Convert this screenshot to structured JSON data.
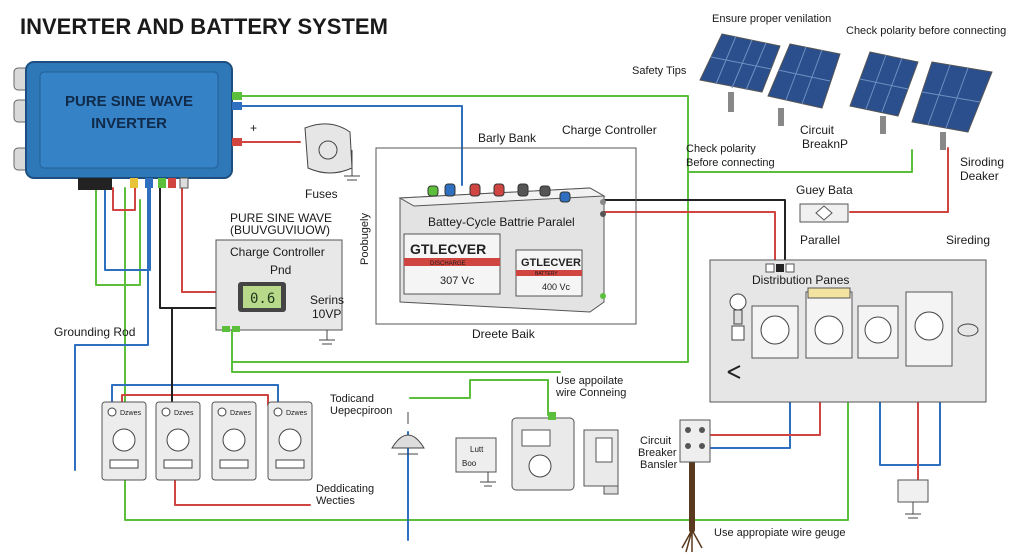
{
  "title": "INVERTER AND BATTERY SYSTEM",
  "inverter": {
    "line1": "PURE SINE WAVE",
    "line2": "INVERTER",
    "terminal": "+"
  },
  "fuses": "Fuses",
  "safety_tips": "Safety Tips",
  "ventilation": "Ensure proper venilation",
  "polarity_top": "Check polarity before connecting",
  "polarity_mid": {
    "line1": "Check polarity",
    "line2": "Before connecting"
  },
  "circuit_breaker_top": {
    "line1": "Circuit",
    "line2": "BreaknP"
  },
  "sirding_dealer": {
    "line1": "Siroding",
    "line2": "Deaker"
  },
  "barly_bank": "Barly Bank",
  "charge_controller_top": "Charge Controller",
  "poobugely": "Poobugely",
  "battery_title": "Battey-Cycle Battrie Paralel",
  "battery1": {
    "brand": "GTLECVER",
    "sub": "DISCHARGE",
    "volt": "307 Vc"
  },
  "battery2": {
    "brand": "GTLECVER",
    "sub": "BATTERY",
    "volt": "400 Vc"
  },
  "dreete_baik": "Dreete Baik",
  "guey_bata": "Guey Bata",
  "parallel": "Parallel",
  "sireding": "Sireding",
  "distribution_panes": "Distribution Panes",
  "cc_box": {
    "header1": "PURE SINE WAVE",
    "header2": "(BUUVGUVIUOW)",
    "label": "Charge Controller",
    "pnd": "Pnd",
    "lcd": "0.6"
  },
  "serins": {
    "line1": "Serins",
    "line2": "10VP"
  },
  "grounding_rod": "Grounding Rod",
  "outlets": [
    "Dzwes",
    "Dzves",
    "Dzwes",
    "Dzwes"
  ],
  "todicand": {
    "line1": "Todicand",
    "line2": "Uepecpiroon"
  },
  "dedicating": {
    "line1": "Deddicating",
    "line2": "Wecties"
  },
  "use_appropriate_top": {
    "line1": "Use appoilate",
    "line2": "wire Conneing"
  },
  "meter_box": {
    "line1": "Lutt",
    "line2": "Boo"
  },
  "circuit_breaker_bottom": {
    "line1": "Circuit",
    "line2": "Breaker",
    "line3": "Bansler"
  },
  "use_appropriate_bottom": "Use appropiate wire geuge",
  "colors": {
    "blue": "#2f6fbf",
    "red": "#d0453f",
    "green": "#5cbf3c",
    "black": "#222222",
    "yellow": "#e8c33a",
    "inverter": "#2e78b8"
  }
}
